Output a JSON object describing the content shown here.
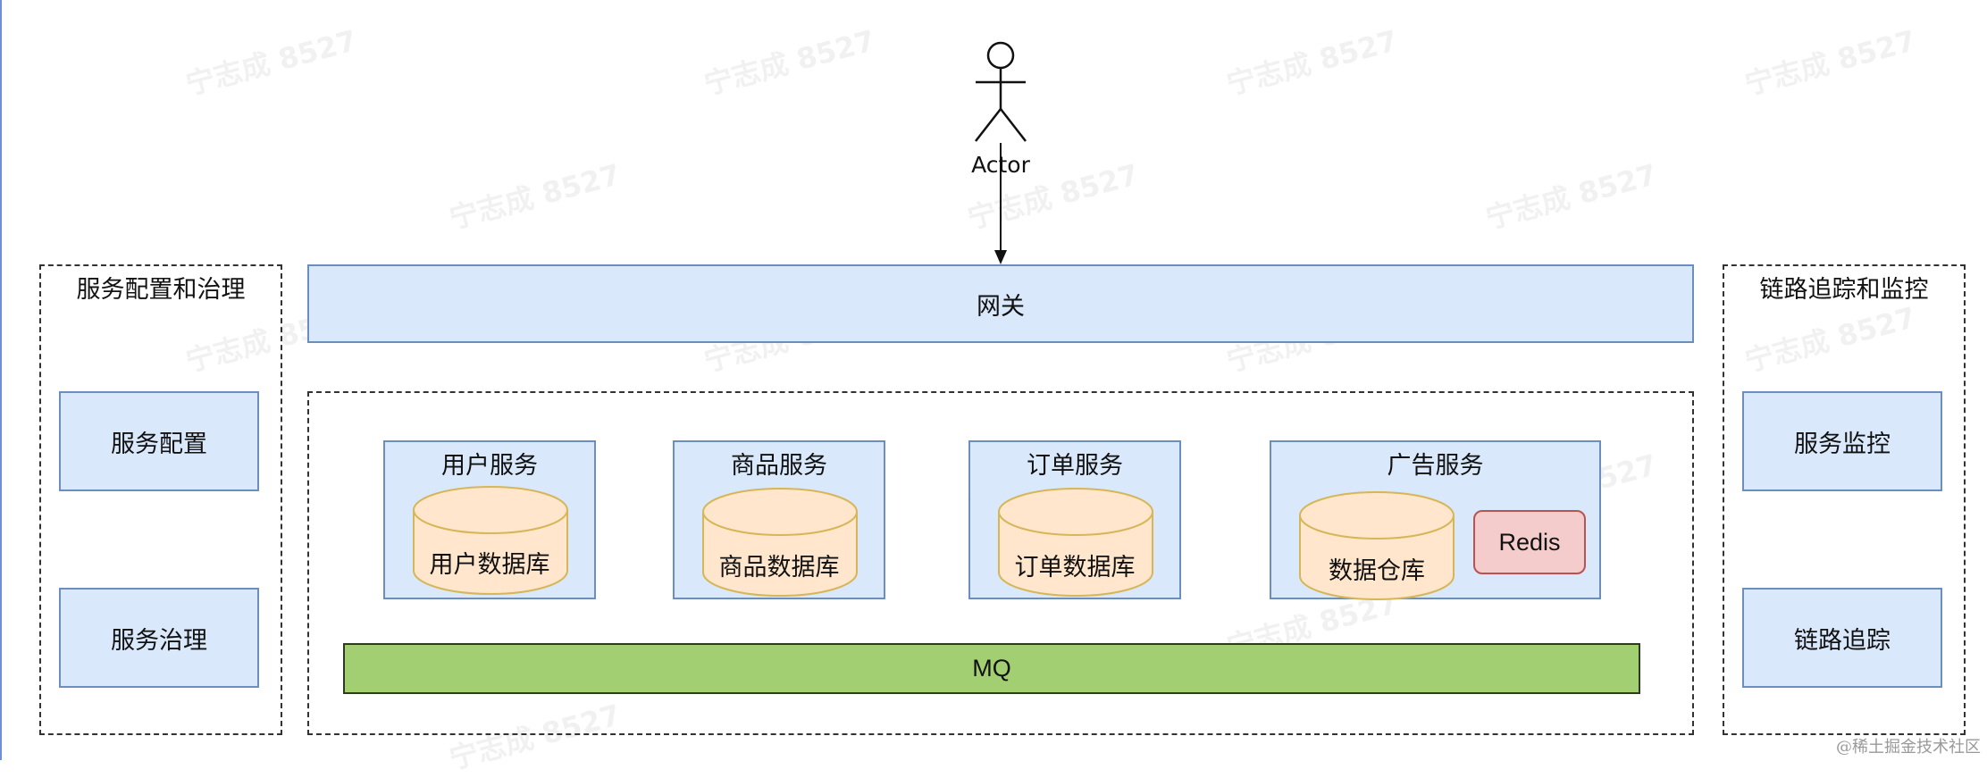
{
  "actor": {
    "label": "Actor"
  },
  "gateway": {
    "label": "网关"
  },
  "left_panel": {
    "title": "服务配置和治理",
    "items": [
      "服务配置",
      "服务治理"
    ]
  },
  "right_panel": {
    "title": "链路追踪和监控",
    "items": [
      "服务监控",
      "链路追踪"
    ]
  },
  "services": [
    {
      "title": "用户服务",
      "db": "用户数据库"
    },
    {
      "title": "商品服务",
      "db": "商品数据库"
    },
    {
      "title": "订单服务",
      "db": "订单数据库"
    },
    {
      "title": "广告服务",
      "db": "数据仓库",
      "cache": "Redis"
    }
  ],
  "mq": {
    "label": "MQ"
  },
  "watermark": "宁志成 8527",
  "footer": "@稀土掘金技术社区",
  "colors": {
    "blue_fill": "#dae8fc",
    "blue_stroke": "#6c8ebf",
    "db_fill": "#ffe6cc",
    "db_stroke": "#d6b656",
    "mq_fill": "#a2cf72",
    "redis_fill": "#f5cccc"
  }
}
